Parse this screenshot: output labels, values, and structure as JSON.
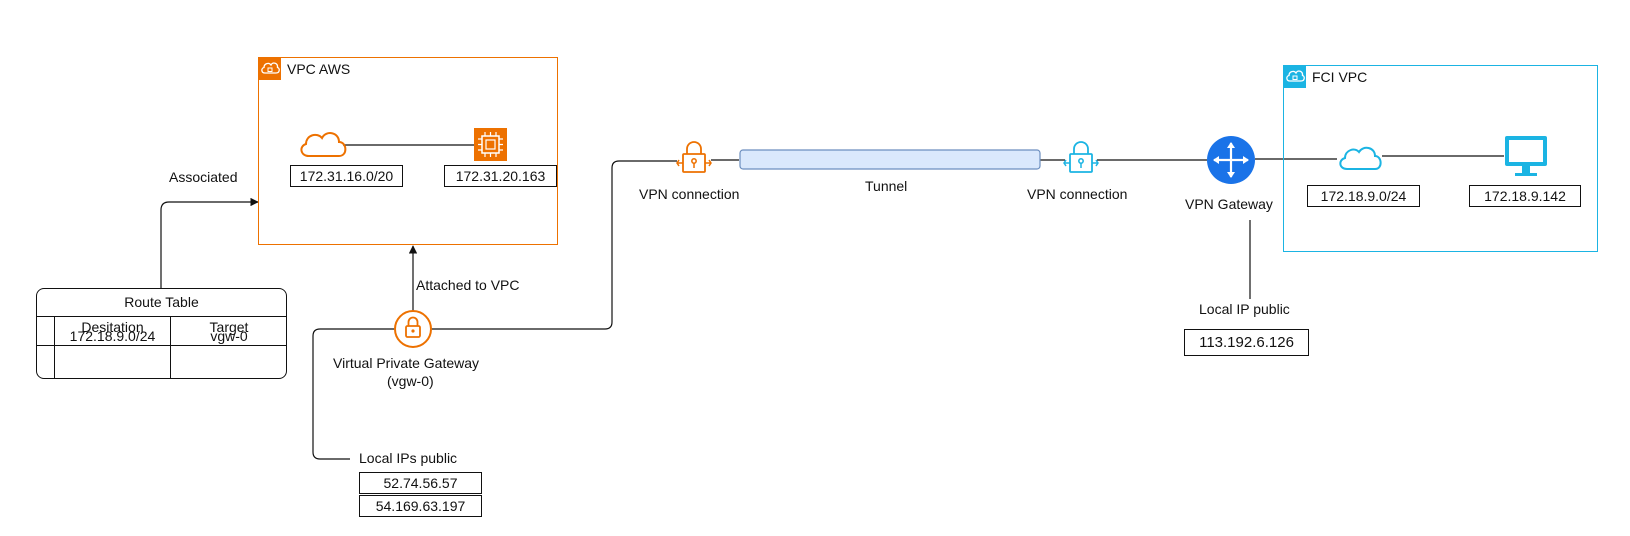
{
  "diagram": {
    "aws_vpc": {
      "title": "VPC AWS",
      "cidr": "172.31.16.0/20",
      "instance_ip": "172.31.20.163",
      "color": "#ED7100"
    },
    "fci_vpc": {
      "title": "FCI VPC",
      "cidr": "172.18.9.0/24",
      "host_ip": "172.18.9.142",
      "color": "#1BB4E3"
    },
    "route_table": {
      "title": "Route Table",
      "headers": [
        "Desitation",
        "Target"
      ],
      "rows": [
        [
          "172.18.9.0/24",
          "vgw-0"
        ],
        [
          "",
          ""
        ]
      ]
    },
    "labels": {
      "associated": "Associated",
      "attached": "Attached to VPC",
      "vgw_line1": "Virtual Private Gateway",
      "vgw_line2": "(vgw-0)",
      "local_ips_public": "Local IPs public",
      "vpn_connection_left": "VPN connection",
      "tunnel": "Tunnel",
      "vpn_connection_right": "VPN connection",
      "vpn_gateway": "VPN Gateway",
      "local_ip_public": "Local IP public"
    },
    "aws_public_ips": [
      "52.74.56.57",
      "54.169.63.197"
    ],
    "fci_public_ip": "113.192.6.126",
    "colors": {
      "aws_orange": "#ED7100",
      "fci_blue": "#1BB4E3",
      "router_blue": "#1A73E8",
      "tunnel_fill": "#DAE8FC",
      "tunnel_stroke": "#6C8EBF"
    }
  }
}
